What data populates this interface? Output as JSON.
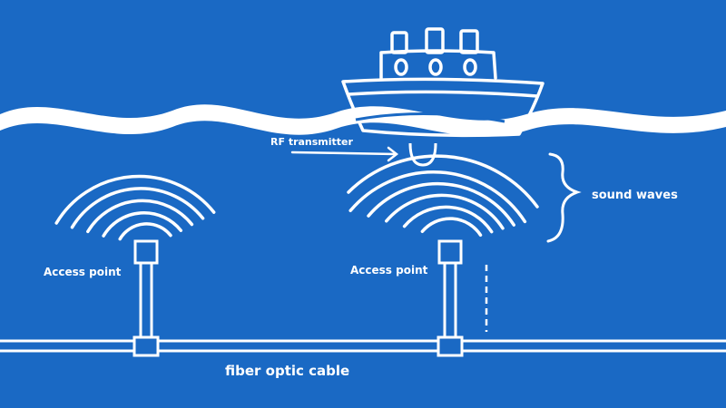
{
  "labels": {
    "rf_transmitter": "RF transmitter",
    "access_point_left": "Access point",
    "access_point_right": "Access point",
    "sound_waves": "sound waves",
    "fiber_optic_cable": "fiber optic cable"
  },
  "colors": {
    "background": "#1a69c4",
    "line": "#ffffff"
  }
}
